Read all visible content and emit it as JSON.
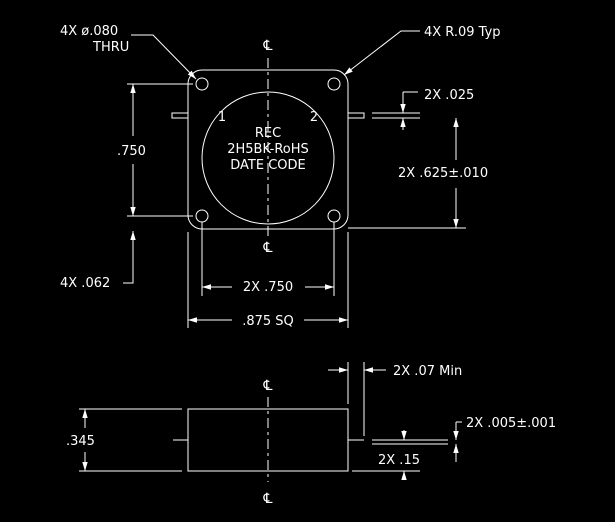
{
  "drawing": {
    "background": "#000000",
    "line_color": "#ffffff",
    "centerline_symbol": "℄",
    "top_view": {
      "label_rec": "REC",
      "label_part": "2H5BK-RoHS",
      "label_date": "DATE CODE",
      "pin1": "1",
      "pin2": "2",
      "callout_holes_line1": "4X ø.080",
      "callout_holes_line2": "THRU",
      "callout_radius": "4X R.09 Typ",
      "callout_pin_width": "2X .025",
      "dim_height": ".750",
      "dim_pin_spacing": "2X .625±.010",
      "callout_corner": "4X .062",
      "dim_hole_spacing": "2X .750",
      "dim_square": ".875 SQ"
    },
    "side_view": {
      "dim_lead_length": "2X .07 Min",
      "dim_height": ".345",
      "dim_lead_thickness": "2X .005±.001",
      "dim_lead_offset": "2X .15"
    }
  }
}
